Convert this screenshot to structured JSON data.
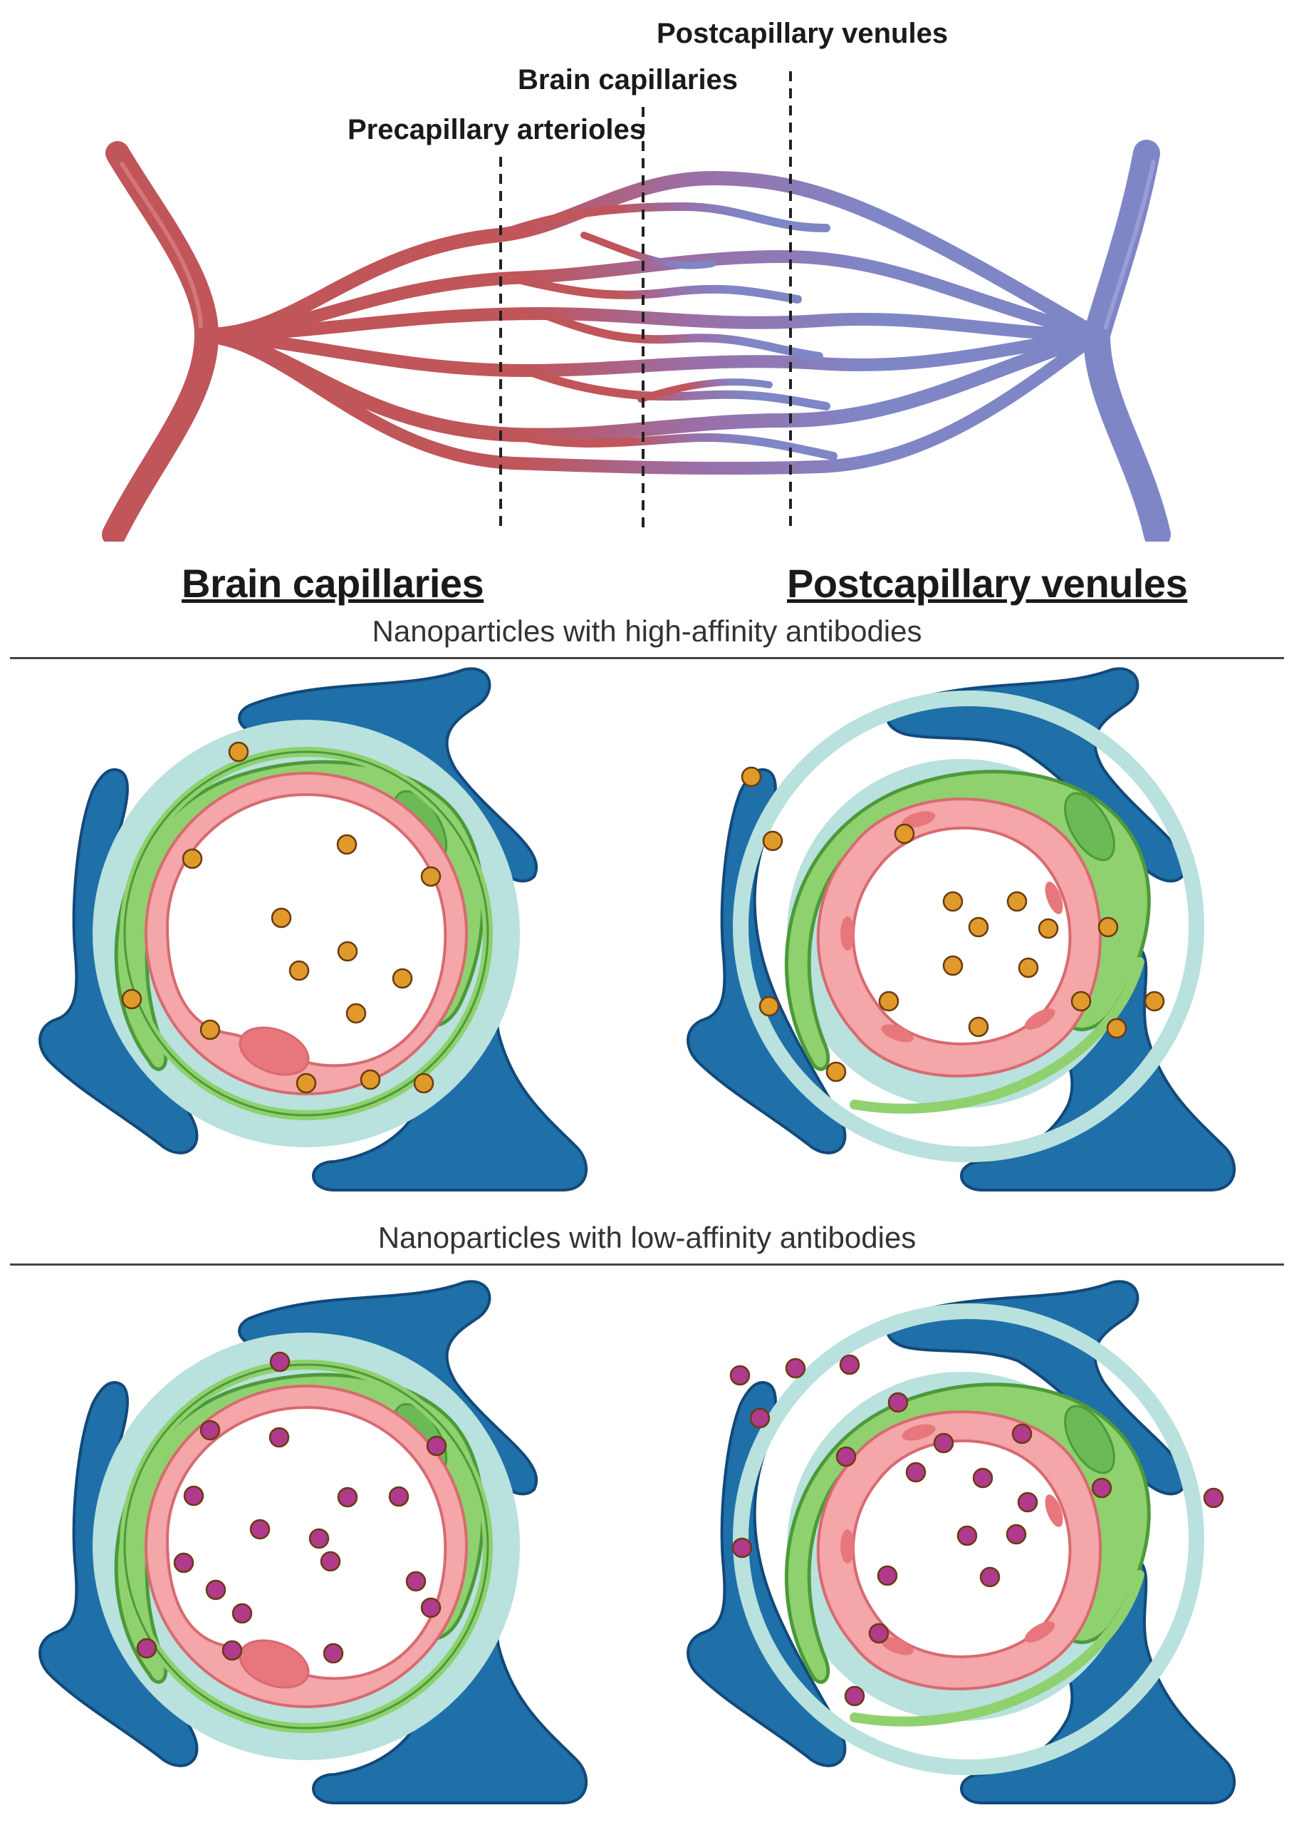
{
  "top_diagram": {
    "labels": {
      "postcapillary": "Postcapillary venules",
      "capillaries": "Brain capillaries",
      "precapillary": "Precapillary arterioles"
    },
    "colors": {
      "arteriole": "#c0555a",
      "venule": "#7f86c6",
      "guide": "#222222"
    }
  },
  "column_headings": {
    "left": "Brain capillaries",
    "right": "Postcapillary venules"
  },
  "sections": [
    {
      "title": "Nanoparticles with high-affinity antibodies",
      "particle_color": "#e09a2c"
    },
    {
      "title": "Nanoparticles with low-affinity antibodies",
      "particle_color": "#b03a8c"
    }
  ],
  "palette": {
    "basement_ring": "#b9e1de",
    "astrocyte": "#1f6fa8",
    "astrocyte_dark": "#12497a",
    "pericyte": "#8fd16e",
    "pericyte_dark": "#4c9a3a",
    "endothelium": "#f4a6a8",
    "endothelium_dark": "#d86a70"
  }
}
